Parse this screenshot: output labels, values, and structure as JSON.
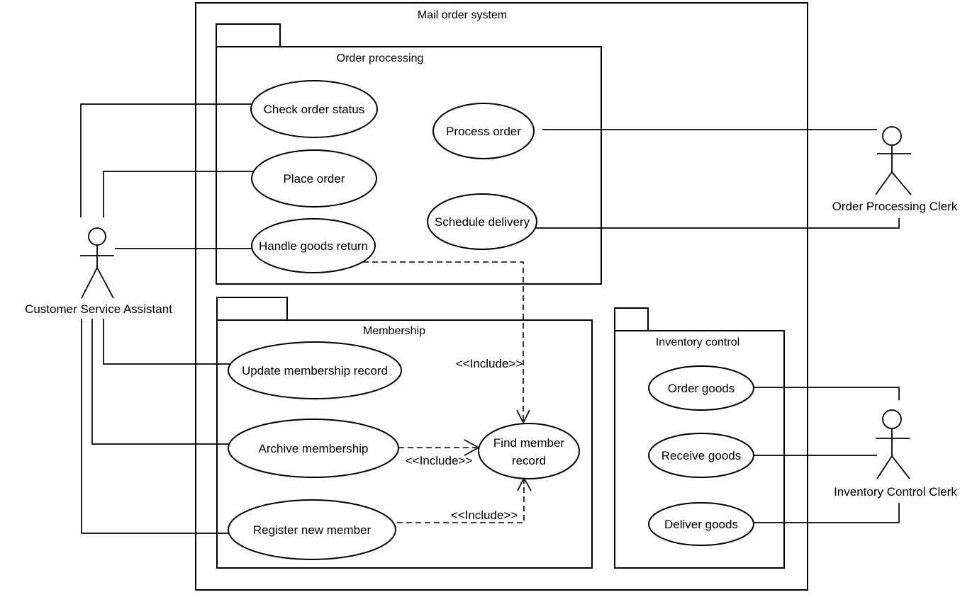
{
  "system": {
    "title": "Mail order system"
  },
  "packages": [
    {
      "title": "Order processing",
      "use_cases": [
        {
          "label": "Check order status"
        },
        {
          "label": "Place order"
        },
        {
          "label": "Handle goods return"
        },
        {
          "label": "Process order"
        },
        {
          "label": "Schedule delivery"
        }
      ]
    },
    {
      "title": "Membership",
      "use_cases": [
        {
          "label": "Update membership record"
        },
        {
          "label": "Archive membership"
        },
        {
          "label": "Register new member"
        },
        {
          "label": "Find member record",
          "line1": "Find member",
          "line2": "record"
        }
      ]
    },
    {
      "title": "Inventory control",
      "use_cases": [
        {
          "label": "Order goods"
        },
        {
          "label": "Receive goods"
        },
        {
          "label": "Deliver goods"
        }
      ]
    }
  ],
  "actors": [
    {
      "name": "Customer Service Assistant"
    },
    {
      "name": "Order Processing Clerk"
    },
    {
      "name": "Inventory Control Clerk"
    }
  ],
  "relationships": {
    "associations": [
      {
        "from": "Customer Service Assistant",
        "to": "Check order status"
      },
      {
        "from": "Customer Service Assistant",
        "to": "Place order"
      },
      {
        "from": "Customer Service Assistant",
        "to": "Handle goods return"
      },
      {
        "from": "Customer Service Assistant",
        "to": "Update membership record"
      },
      {
        "from": "Customer Service Assistant",
        "to": "Archive membership"
      },
      {
        "from": "Customer Service Assistant",
        "to": "Register new member"
      },
      {
        "from": "Order Processing Clerk",
        "to": "Process order"
      },
      {
        "from": "Order Processing Clerk",
        "to": "Schedule delivery"
      },
      {
        "from": "Inventory Control Clerk",
        "to": "Order goods"
      },
      {
        "from": "Inventory Control Clerk",
        "to": "Receive goods"
      },
      {
        "from": "Inventory Control Clerk",
        "to": "Deliver goods"
      }
    ],
    "includes": [
      {
        "from": "Handle goods return",
        "to": "Find member record",
        "label": "<<Include>>"
      },
      {
        "from": "Archive membership",
        "to": "Find member record",
        "label": "<<Include>>"
      },
      {
        "from": "Register new member",
        "to": "Find member record",
        "label": "<<Include>>"
      }
    ]
  },
  "colors": {
    "line": "#000000",
    "background": "#ffffff"
  }
}
